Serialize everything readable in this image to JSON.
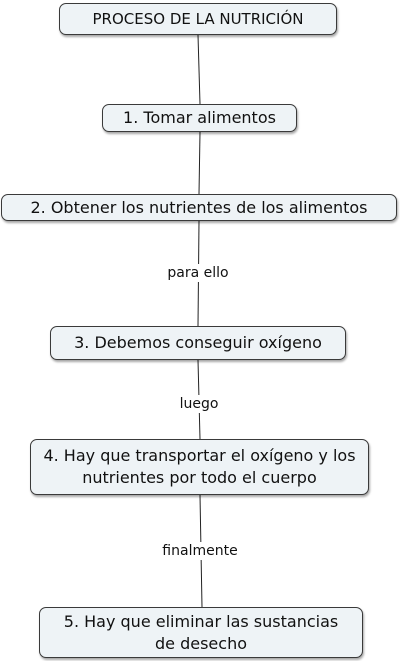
{
  "diagram": {
    "title": "PROCESO DE LA NUTRICIÓN",
    "steps": [
      {
        "text": "1. Tomar alimentos"
      },
      {
        "text": "2. Obtener los nutrientes de los alimentos"
      },
      {
        "text": "3. Debemos conseguir oxígeno"
      },
      {
        "text": "4. Hay que transportar el oxígeno y los nutrientes por todo el cuerpo"
      },
      {
        "text": "5. Hay que eliminar las sustancias de desecho"
      }
    ],
    "link_labels": [
      "para ello",
      "luego",
      "finalmente"
    ],
    "colors": {
      "node_fill": "#eef3f6",
      "node_border": "#3a3a3a",
      "line": "#222222"
    }
  }
}
